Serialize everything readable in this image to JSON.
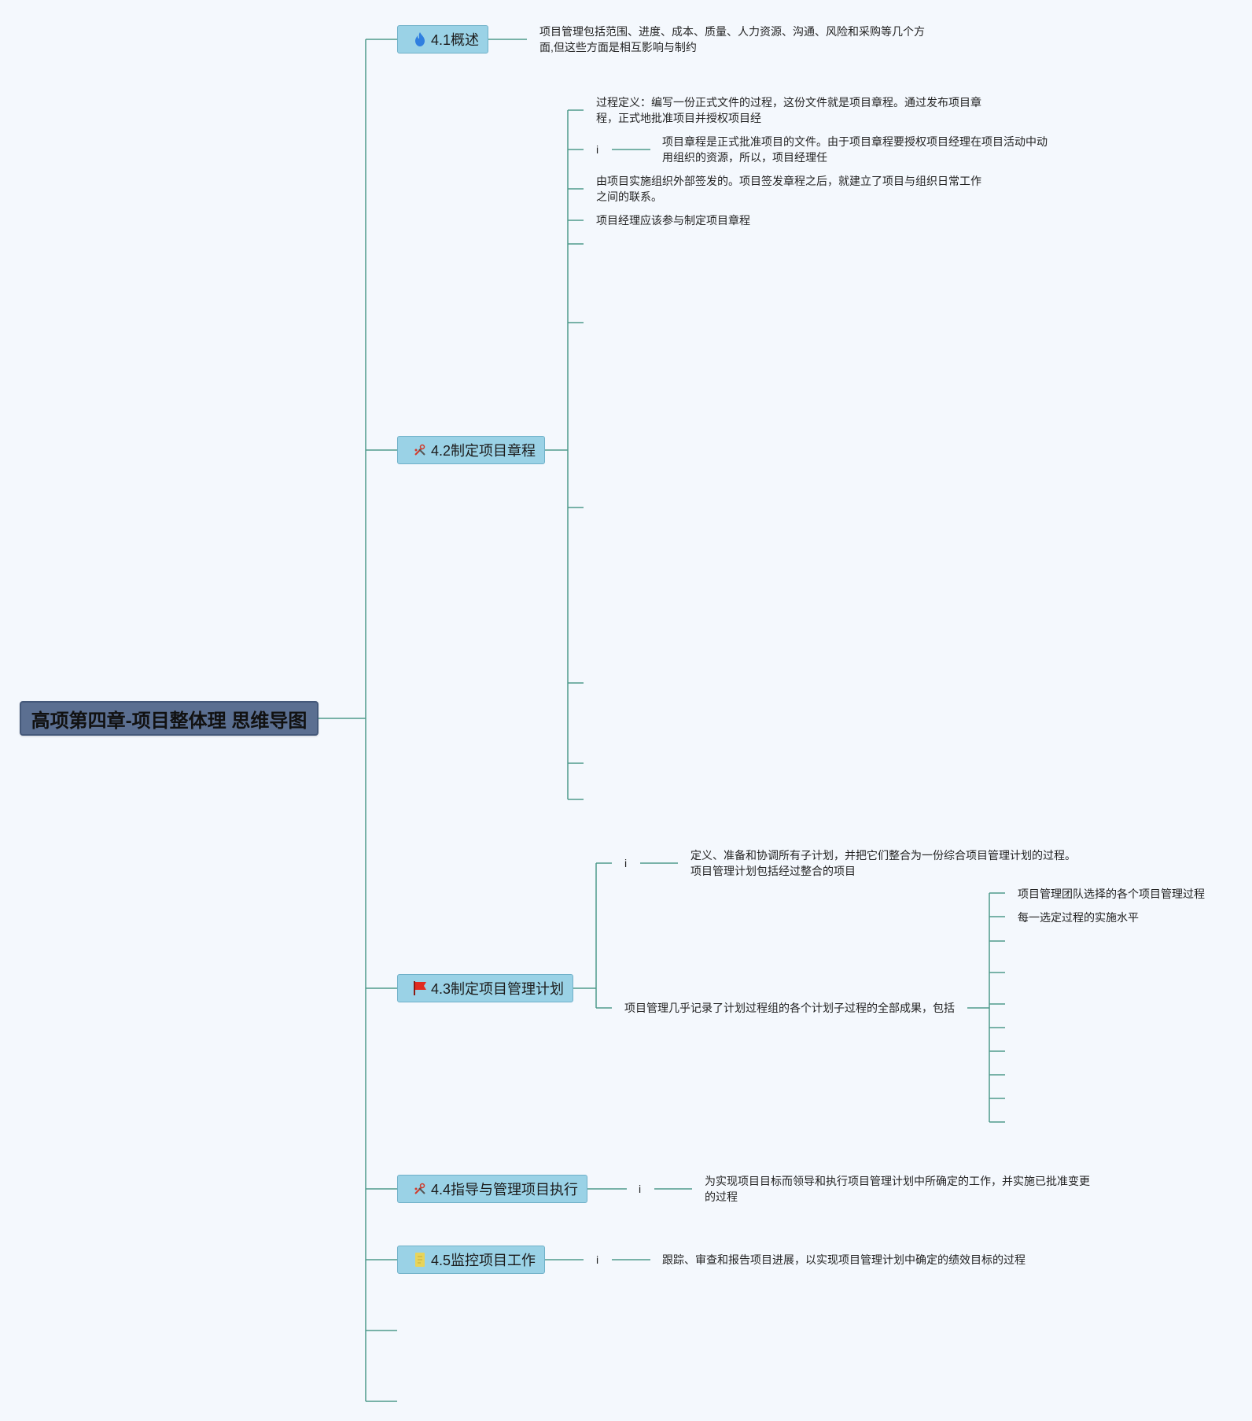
{
  "root": {
    "title": "高项第四章-项目整体理 思维导图"
  },
  "branches": {
    "b1": {
      "label": "4.1概述",
      "icon": "flame-icon",
      "icon_color": "#2f7fe0"
    },
    "b2": {
      "label": "4.2制定项目章程",
      "icon": "tools-icon",
      "icon_color": "#d23a2a"
    },
    "b3": {
      "label": "4.3制定项目管理计划",
      "icon": "flag-icon",
      "icon_color": "#e02b20"
    },
    "b4": {
      "label": "4.4指导与管理项目执行",
      "icon": "tools-icon",
      "icon_color": "#d23a2a"
    },
    "b5": {
      "label": "4.5监控项目工作",
      "icon": "document-icon",
      "icon_color": "#e8d45a"
    }
  },
  "leaves": {
    "b1_text_1": "项目管理包括范围、进度、成本、质量、人力资源、沟通、风险和采购等几个方",
    "b1_text_2": "面,但这些方面是相互影响与制约",
    "b2_def_1": "过程定义：编写一份正式文件的过程，这份文件就是项目章程。通过发布项目章",
    "b2_def_2": "程，正式地批准项目并授权项目经",
    "b2_info": "i",
    "b2_charter_1": "项目章程是正式批准项目的文件。由于项目章程要授权项目经理在项目活动中动",
    "b2_charter_2": "用组织的资源，所以，项目经理任",
    "b2_org_1": "由项目实施组织外部签发的。项目签发章程之后，就建立了项目与组织日常工作",
    "b2_org_2": "之间的联系。",
    "b2_pm": "项目经理应该参与制定项目章程",
    "b3_info": "i",
    "b3_def_1": "定义、准备和协调所有子计划，并把它们整合为一份综合项目管理计划的过程。",
    "b3_def_2": "项目管理计划包括经过整合的项目",
    "b3_record": "项目管理几乎记录了计划过程组的各个计划子过程的全部成果，包括",
    "b3_sub_1": "项目管理团队选择的各个项目管理过程",
    "b3_sub_2": "每一选定过程的实施水平",
    "b4_info": "i",
    "b4_def_1": "为实现项目目标而领导和执行项目管理计划中所确定的工作，并实施已批准变更",
    "b4_def_2": "的过程",
    "b5_info": "i",
    "b5_def": "跟踪、审查和报告项目进展，以实现项目管理计划中确定的绩效目标的过程"
  },
  "colors": {
    "line": "#4f9a8c",
    "branch_fill": "#9ad2e6",
    "root_fill": "#5b6f91"
  }
}
